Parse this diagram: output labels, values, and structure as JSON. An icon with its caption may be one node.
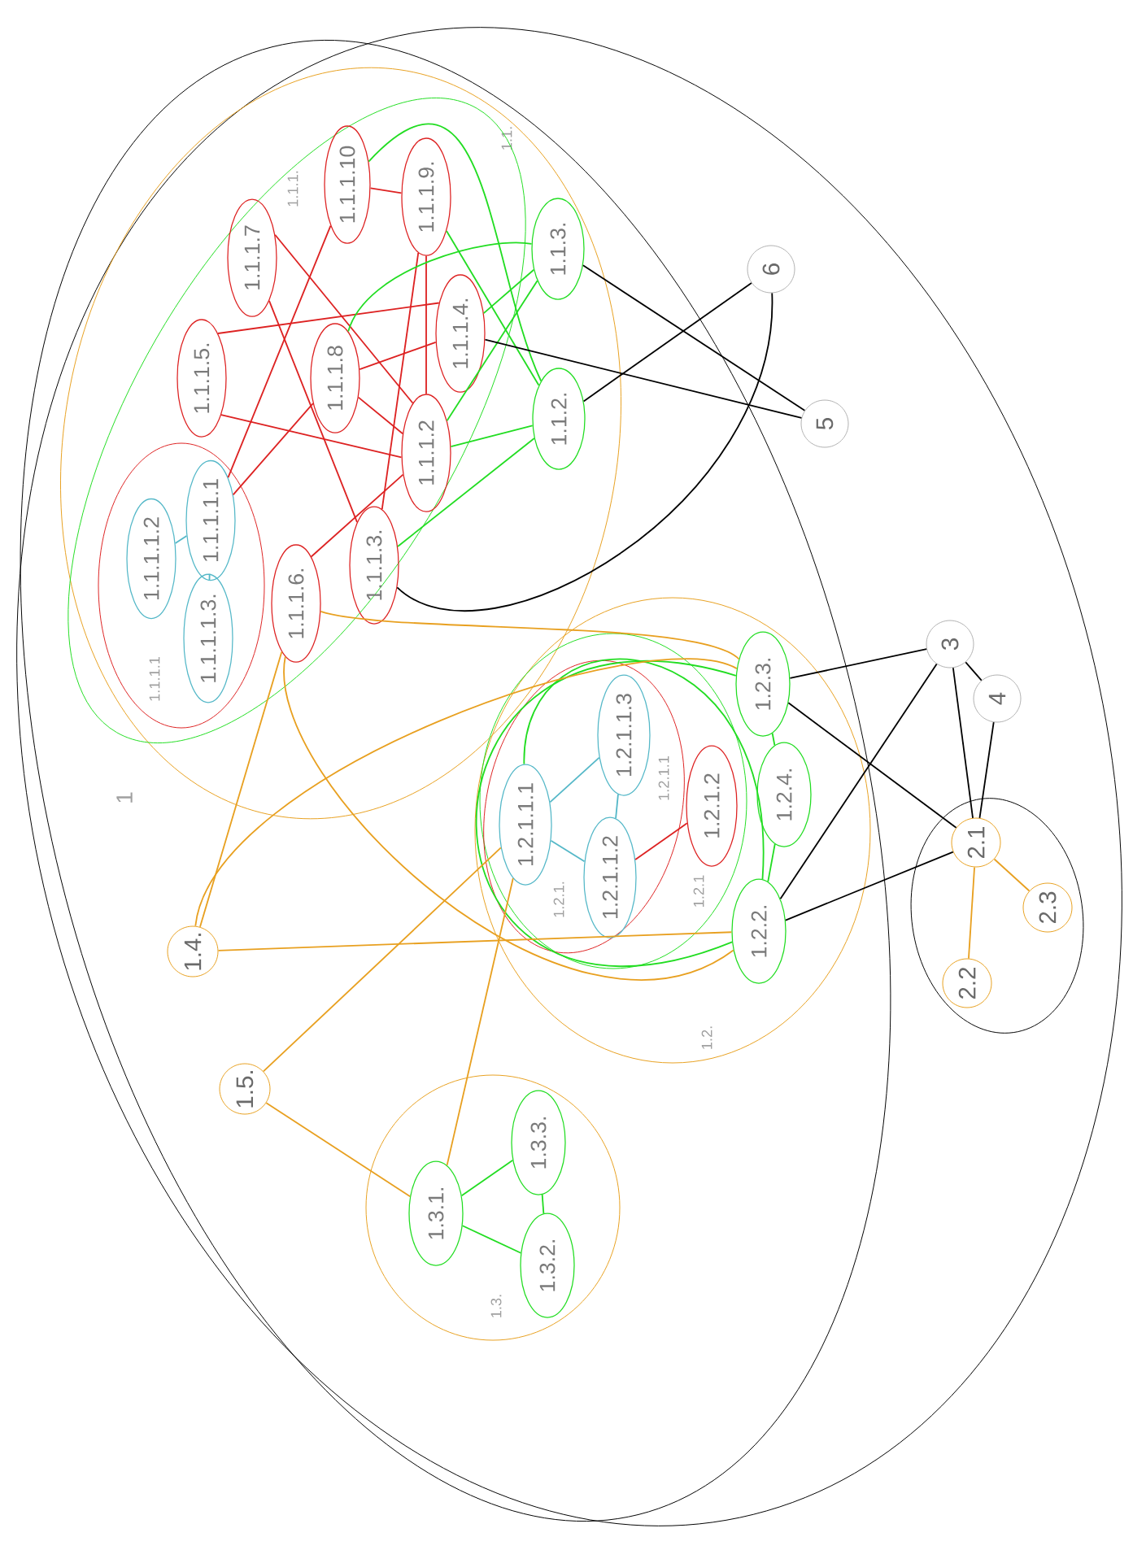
{
  "diagram": {
    "nodes": [
      {
        "text": [],
        "shape": "ellipse"
      },
      {
        "text": [
          "1"
        ],
        "in": 0
      },
      {
        "text": [
          "1.1."
        ],
        "in": 1
      },
      {
        "text": [
          "1.1.1."
        ],
        "in": 2
      },
      {
        "text": [
          "1.1.1.1"
        ],
        "in": 3
      },
      {
        "text": [
          "1.1.1.1.1"
        ],
        "in": 4
      },
      {
        "text": [
          "1.1.1.1.2"
        ],
        "in": 4
      },
      {
        "text": [
          "1.1.1.1.3."
        ],
        "in": 4
      },
      {
        "text": [
          "1.1.1.5."
        ],
        "in": 3
      },
      {
        "text": [
          "1.1.1.7"
        ],
        "in": 3
      },
      {
        "text": [
          "1.1.1.10"
        ],
        "in": 3
      },
      {
        "text": [
          "1.1.1.9."
        ],
        "in": 3
      },
      {
        "text": [
          "1.1.1.8"
        ],
        "in": 3
      },
      {
        "text": [
          "1.1.1.4."
        ],
        "in": 3
      },
      {
        "text": [
          "1.1.1.2"
        ],
        "in": 3
      },
      {
        "text": [
          "1.1.1.3."
        ],
        "in": 3
      },
      {
        "text": [
          "1.1.1.6."
        ],
        "in": 3
      },
      {
        "text": [
          "1.1.3."
        ],
        "in": 2
      },
      {
        "text": [
          "1.1.2."
        ],
        "in": 2
      },
      {
        "text": [
          "1.2."
        ],
        "in": 1
      },
      {
        "text": [
          "1.2.1"
        ],
        "in": 19
      },
      {
        "text": [
          "1.2.1.1"
        ],
        "in": 20
      },
      {
        "text": [
          "1.2.1.1.1"
        ],
        "in": 21
      },
      {
        "text": [
          "1.2.1.1.3"
        ],
        "in": 21
      },
      {
        "text": [
          "1.2.1.1.2"
        ],
        "in": 21
      },
      {
        "text": [
          "1.2.1.2"
        ],
        "in": 20
      },
      {
        "text": [
          "1.2.3."
        ],
        "in": 19
      },
      {
        "text": [
          "1.2.4."
        ],
        "in": 19
      },
      {
        "text": [
          "1.2.2."
        ],
        "in": 19
      },
      {
        "text": [
          "1.3."
        ],
        "in": 1
      },
      {
        "text": [
          "1.3.1."
        ],
        "in": 29
      },
      {
        "text": [
          "1.3.3."
        ],
        "in": 29
      },
      {
        "text": [
          "1.3.2."
        ],
        "in": 29
      },
      {
        "text": [
          "1.4."
        ],
        "in": 1
      },
      {
        "text": [
          "1.5."
        ],
        "in": 1
      },
      {
        "text": [
          "6"
        ],
        "in": 0
      },
      {
        "text": [
          "5"
        ],
        "in": 0
      },
      {
        "text": [
          "3"
        ],
        "in": 0
      },
      {
        "text": [
          "4"
        ],
        "in": 0
      },
      {
        "text": [],
        "shape": "ellipse",
        "in": 0
      },
      {
        "text": [
          "2.1"
        ],
        "in": 39
      },
      {
        "text": [
          "2.2"
        ],
        "in": 39
      },
      {
        "text": [
          "2.3"
        ],
        "in": 39
      }
    ],
    "edges": [
      {
        "from": 10,
        "to": 11,
        "arrow": "none",
        "color": "#dd2222"
      },
      {
        "from": 10,
        "to": 5,
        "arrow": "none",
        "color": "#dd2222"
      },
      {
        "from": 11,
        "to": 14,
        "arrow": "none",
        "color": "#dd2222"
      },
      {
        "from": 11,
        "to": 15,
        "arrow": "none",
        "color": "#dd2222"
      },
      {
        "from": 9,
        "to": 14,
        "arrow": "none",
        "color": "#dd2222"
      },
      {
        "from": 9,
        "to": 15,
        "arrow": "none",
        "color": "#dd2222"
      },
      {
        "from": 8,
        "to": 13,
        "arrow": "none",
        "color": "#dd2222"
      },
      {
        "from": 8,
        "to": 14,
        "arrow": "none",
        "color": "#dd2222"
      },
      {
        "from": 12,
        "to": 13,
        "arrow": "none",
        "color": "#dd2222"
      },
      {
        "from": 12,
        "to": 14,
        "arrow": "none",
        "color": "#dd2222"
      },
      {
        "from": 12,
        "to": 5,
        "arrow": "none",
        "color": "#dd2222"
      },
      {
        "from": 16,
        "to": 14,
        "arrow": "none",
        "color": "#dd2222"
      },
      {
        "from": 5,
        "to": 6,
        "arrow": "none",
        "color": "#55b8c8"
      },
      {
        "from": 5,
        "to": 7,
        "arrow": "none",
        "color": "#55b8c8"
      },
      {
        "from": 11,
        "to": 18,
        "arrow": "none",
        "color": "#22dd22"
      },
      {
        "from": 17,
        "to": 13,
        "arrow": "none",
        "color": "#22dd22"
      },
      {
        "from": 17,
        "to": 14,
        "arrow": "none",
        "color": "#22dd22"
      },
      {
        "from": 18,
        "to": 14,
        "arrow": "none",
        "color": "#22dd22"
      },
      {
        "from": 18,
        "to": 15,
        "arrow": "none",
        "color": "#22dd22"
      },
      {
        "from": 17,
        "to": 12,
        "arrow": "none",
        "color": "#22dd22"
      },
      {
        "from": 10,
        "to": 18,
        "arrow": "none",
        "color": "#22dd22"
      },
      {
        "from": 17,
        "to": 36,
        "arrow": "none",
        "color": "#000000"
      },
      {
        "from": 13,
        "to": 36,
        "arrow": "none",
        "color": "#000000"
      },
      {
        "from": 18,
        "to": 35,
        "arrow": "none",
        "color": "#000000"
      },
      {
        "from": 15,
        "to": 35,
        "arrow": "none",
        "color": "#000000"
      },
      {
        "from": 22,
        "to": 23,
        "arrow": "none",
        "color": "#55b8c8"
      },
      {
        "from": 22,
        "to": 24,
        "arrow": "none",
        "color": "#55b8c8"
      },
      {
        "from": 24,
        "to": 23,
        "arrow": "none",
        "color": "#55b8c8"
      },
      {
        "from": 24,
        "to": 25,
        "arrow": "none",
        "color": "#dd2222"
      },
      {
        "from": 26,
        "to": 27,
        "arrow": "none",
        "color": "#22dd22"
      },
      {
        "from": 27,
        "to": 28,
        "arrow": "none",
        "color": "#22dd22"
      },
      {
        "from": 22,
        "to": 28,
        "arrow": "none",
        "color": "#22dd22"
      },
      {
        "from": 26,
        "to": 28,
        "arrow": "none",
        "color": "#22dd22"
      },
      {
        "from": 33,
        "to": 28,
        "arrow": "none",
        "color": "#e8a020"
      },
      {
        "from": 33,
        "to": 16,
        "arrow": "none",
        "color": "#e8a020"
      },
      {
        "from": 33,
        "to": 26,
        "arrow": "none",
        "color": "#e8a020"
      },
      {
        "from": 16,
        "to": 28,
        "arrow": "none",
        "color": "#e8a020"
      },
      {
        "from": 16,
        "to": 26,
        "arrow": "none",
        "color": "#e8a020"
      },
      {
        "from": 34,
        "to": 22,
        "arrow": "none",
        "color": "#e8a020"
      },
      {
        "from": 34,
        "to": 30,
        "arrow": "none",
        "color": "#e8a020"
      },
      {
        "from": 30,
        "to": 22,
        "arrow": "none",
        "color": "#e8a020"
      },
      {
        "from": 30,
        "to": 31,
        "arrow": "none",
        "color": "#22dd22"
      },
      {
        "from": 30,
        "to": 32,
        "arrow": "none",
        "color": "#22dd22"
      },
      {
        "from": 31,
        "to": 32,
        "arrow": "none",
        "color": "#22dd22"
      },
      {
        "from": 26,
        "to": 37,
        "arrow": "none",
        "color": "#000000"
      },
      {
        "from": 26,
        "to": 40,
        "arrow": "none",
        "color": "#000000"
      },
      {
        "from": 28,
        "to": 37,
        "arrow": "none",
        "color": "#000000"
      },
      {
        "from": 28,
        "to": 40,
        "arrow": "none",
        "color": "#000000"
      },
      {
        "from": 37,
        "to": 38,
        "arrow": "none",
        "color": "#000000"
      },
      {
        "from": 37,
        "to": 40,
        "arrow": "none",
        "color": "#000000"
      },
      {
        "from": 38,
        "to": 40,
        "arrow": "none",
        "color": "#000000"
      },
      {
        "from": 40,
        "to": 41,
        "arrow": "none",
        "color": "#e8a020"
      },
      {
        "from": 40,
        "to": 42,
        "arrow": "none",
        "color": "#e8a020"
      }
    ],
    "labels": [
      "1.2.1."
    ]
  }
}
